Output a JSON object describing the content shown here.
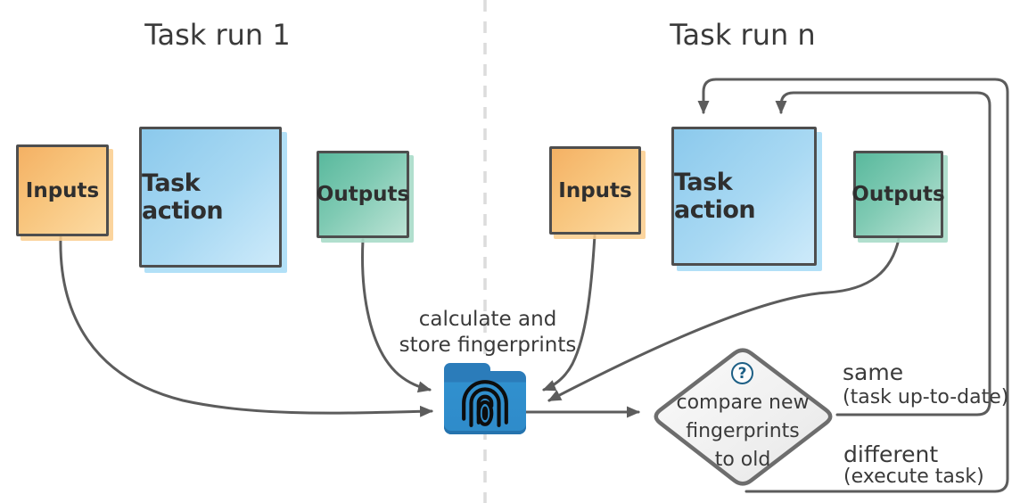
{
  "diagram": {
    "titles": {
      "run1": "Task run 1",
      "runN": "Task run n"
    },
    "run1": {
      "inputs": "Inputs",
      "action": "Task action",
      "outputs": "Outputs"
    },
    "runN": {
      "inputs": "Inputs",
      "action": "Task action",
      "outputs": "Outputs"
    },
    "fingerprint_store": {
      "caption_line1": "calculate and",
      "caption_line2": "store fingerprints",
      "icon": "fingerprint-folder-icon"
    },
    "decision": {
      "icon_label": "?",
      "line1": "compare new",
      "line2": "fingerprints",
      "line3": "to old"
    },
    "outcome_same": {
      "label": "same",
      "detail": "(task up-to-date)"
    },
    "outcome_different": {
      "label": "different",
      "detail": "(execute task)"
    },
    "colors": {
      "inputs_fill": "#f6bb72",
      "action_fill": "#9ed3f0",
      "outputs_fill": "#6fc4aa",
      "folder_blue": "#2f8bca",
      "connector_gray": "#5c5c5c",
      "border_gray": "#4e4e4e",
      "question_blue": "#1d5f85",
      "divider_gray": "#dcdcdc"
    }
  }
}
